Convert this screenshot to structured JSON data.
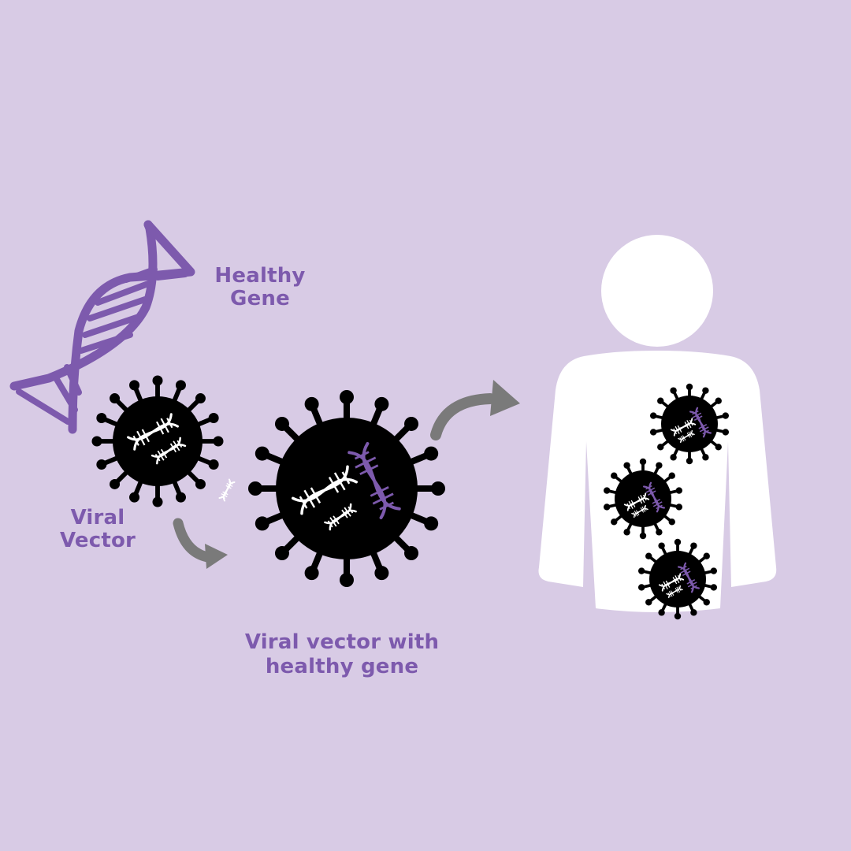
{
  "labels": {
    "healthy_gene": [
      "Healthy",
      "Gene"
    ],
    "viral_vector": [
      "Viral",
      "Vector"
    ],
    "combined": [
      "Viral vector with",
      "healthy gene"
    ]
  },
  "colors": {
    "background": "#d8cbe5",
    "purple": "#7d5aad",
    "virus": "#000000",
    "white": "#ffffff",
    "arrow": "#7a7a7a"
  },
  "icons": {
    "gene": "dna-helix-icon",
    "virus": "virus-icon",
    "arrow": "curved-arrow-icon",
    "person": "person-silhouette-icon"
  }
}
